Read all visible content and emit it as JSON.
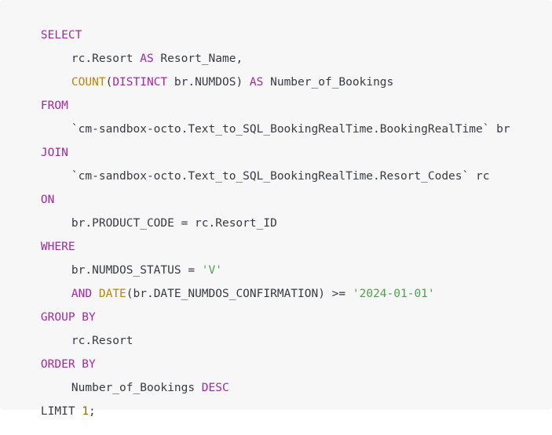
{
  "code": {
    "lines": [
      {
        "indent": false,
        "tokens": [
          {
            "t": "kw",
            "v": "SELECT"
          }
        ]
      },
      {
        "indent": true,
        "tokens": [
          {
            "t": "plain",
            "v": "rc.Resort "
          },
          {
            "t": "kw",
            "v": "AS"
          },
          {
            "t": "plain",
            "v": " Resort_Name,"
          }
        ]
      },
      {
        "indent": true,
        "tokens": [
          {
            "t": "fn",
            "v": "COUNT"
          },
          {
            "t": "plain",
            "v": "("
          },
          {
            "t": "kw",
            "v": "DISTINCT"
          },
          {
            "t": "plain",
            "v": " br.NUMDOS) "
          },
          {
            "t": "kw",
            "v": "AS"
          },
          {
            "t": "plain",
            "v": " Number_of_Bookings"
          }
        ]
      },
      {
        "indent": false,
        "tokens": [
          {
            "t": "kw",
            "v": "FROM"
          }
        ]
      },
      {
        "indent": true,
        "tokens": [
          {
            "t": "plain",
            "v": "`cm-sandbox-octo.Text_to_SQL_BookingRealTime.BookingRealTime` br"
          }
        ]
      },
      {
        "indent": false,
        "tokens": [
          {
            "t": "kw",
            "v": "JOIN"
          }
        ]
      },
      {
        "indent": true,
        "tokens": [
          {
            "t": "plain",
            "v": "`cm-sandbox-octo.Text_to_SQL_BookingRealTime.Resort_Codes` rc"
          }
        ]
      },
      {
        "indent": false,
        "tokens": [
          {
            "t": "kw",
            "v": "ON"
          }
        ]
      },
      {
        "indent": true,
        "tokens": [
          {
            "t": "plain",
            "v": "br.PRODUCT_CODE = rc.Resort_ID"
          }
        ]
      },
      {
        "indent": false,
        "tokens": [
          {
            "t": "kw",
            "v": "WHERE"
          }
        ]
      },
      {
        "indent": true,
        "tokens": [
          {
            "t": "plain",
            "v": "br.NUMDOS_STATUS = "
          },
          {
            "t": "str",
            "v": "'V'"
          }
        ]
      },
      {
        "indent": true,
        "tokens": [
          {
            "t": "kw",
            "v": "AND"
          },
          {
            "t": "plain",
            "v": " "
          },
          {
            "t": "fn",
            "v": "DATE"
          },
          {
            "t": "plain",
            "v": "(br.DATE_NUMDOS_CONFIRMATION) >= "
          },
          {
            "t": "str",
            "v": "'2024-01-01'"
          }
        ]
      },
      {
        "indent": false,
        "tokens": [
          {
            "t": "kw",
            "v": "GROUP BY"
          }
        ]
      },
      {
        "indent": true,
        "tokens": [
          {
            "t": "plain",
            "v": "rc.Resort"
          }
        ]
      },
      {
        "indent": false,
        "tokens": [
          {
            "t": "kw",
            "v": "ORDER BY"
          }
        ]
      },
      {
        "indent": true,
        "tokens": [
          {
            "t": "plain",
            "v": "Number_of_Bookings "
          },
          {
            "t": "kw",
            "v": "DESC"
          }
        ]
      },
      {
        "indent": false,
        "tokens": [
          {
            "t": "plain",
            "v": "LIMIT "
          },
          {
            "t": "num",
            "v": "1"
          },
          {
            "t": "plain",
            "v": ";"
          }
        ]
      }
    ]
  },
  "colors": {
    "background": "#f7f7f7",
    "keyword": "#a626a4",
    "function": "#c18401",
    "string": "#50a14f",
    "number": "#986801",
    "text": "#383a42"
  }
}
